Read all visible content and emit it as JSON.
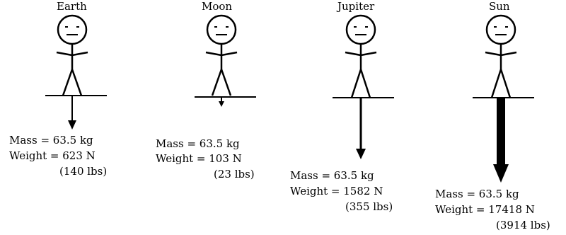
{
  "panels": [
    {
      "title": "Earth",
      "mass": "Mass = 63.5 kg",
      "weight": "Weight = 623 N",
      "lbs": "(140 lbs)",
      "arrow_strength": 623
    },
    {
      "title": "Moon",
      "mass": "Mass = 63.5 kg",
      "weight": "Weight = 103 N",
      "lbs": "(23 lbs)",
      "arrow_strength": 103
    },
    {
      "title": "Jupiter",
      "mass": "Mass = 63.5 kg",
      "weight": "Weight = 1582 N",
      "lbs": "(355 lbs)",
      "arrow_strength": 1582
    },
    {
      "title": "Sun",
      "mass": "Mass = 63.5 kg",
      "weight": "Weight = 17418 N",
      "lbs": "(3914 lbs)",
      "arrow_strength": 17418
    }
  ]
}
